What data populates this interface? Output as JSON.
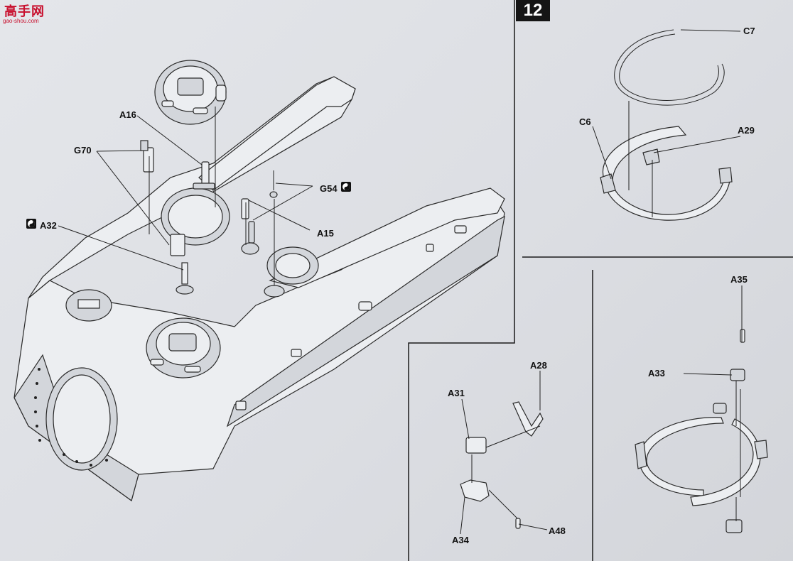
{
  "logo": {
    "text_zh": "高手网",
    "url": "gao-shou.com"
  },
  "step": {
    "number": "12"
  },
  "main_assembly": {
    "labels": {
      "a16": "A16",
      "g70": "G70",
      "g54": "G54",
      "a15": "A15",
      "a32": "A32"
    }
  },
  "ring_panel": {
    "labels": {
      "c7": "C7",
      "c6": "C6",
      "a29": "A29"
    }
  },
  "bracket_panel": {
    "labels": {
      "a28": "A28",
      "a31": "A31",
      "a34": "A34",
      "a48": "A48"
    }
  },
  "ring_mount_panel": {
    "labels": {
      "a35": "A35",
      "a33": "A33"
    }
  },
  "icons": {
    "option_mark": "yin-yang-icon",
    "glue_mark": "glue-icon"
  },
  "colors": {
    "line": "#222222",
    "badge": "#151515",
    "logo": "#c8102e",
    "paper": "#e2e4e8"
  }
}
